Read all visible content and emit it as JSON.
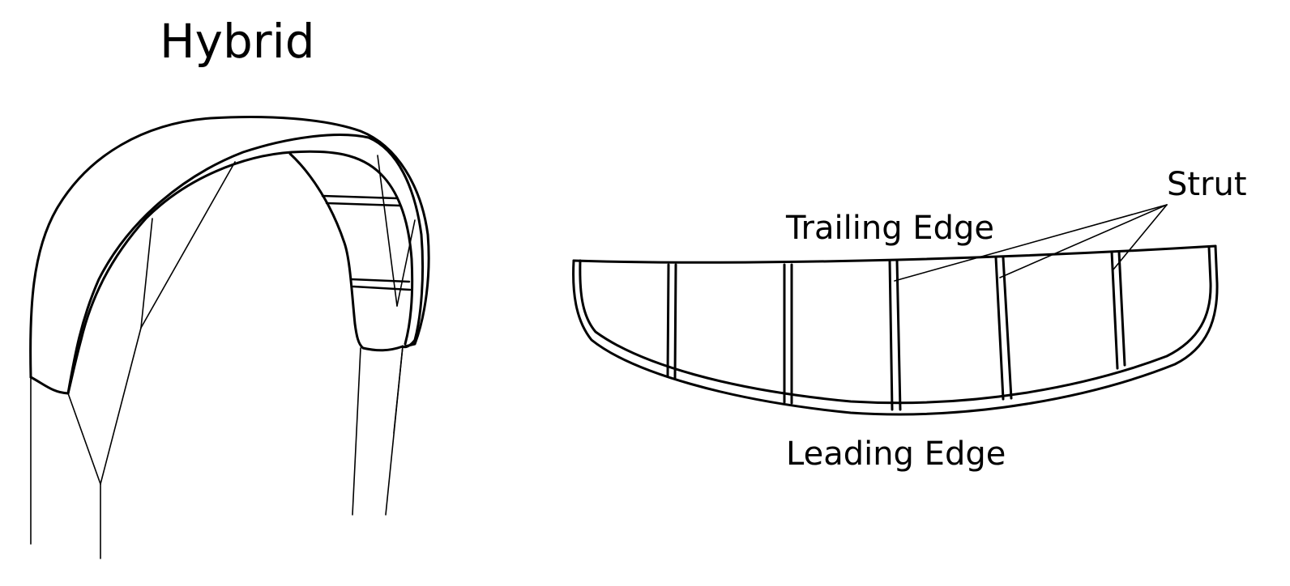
{
  "title": "Hybrid",
  "labels": {
    "trailing_edge": "Trailing Edge",
    "leading_edge": "Leading Edge",
    "strut": "Strut"
  },
  "colors": {
    "stroke": "#000000",
    "background": "#ffffff"
  }
}
